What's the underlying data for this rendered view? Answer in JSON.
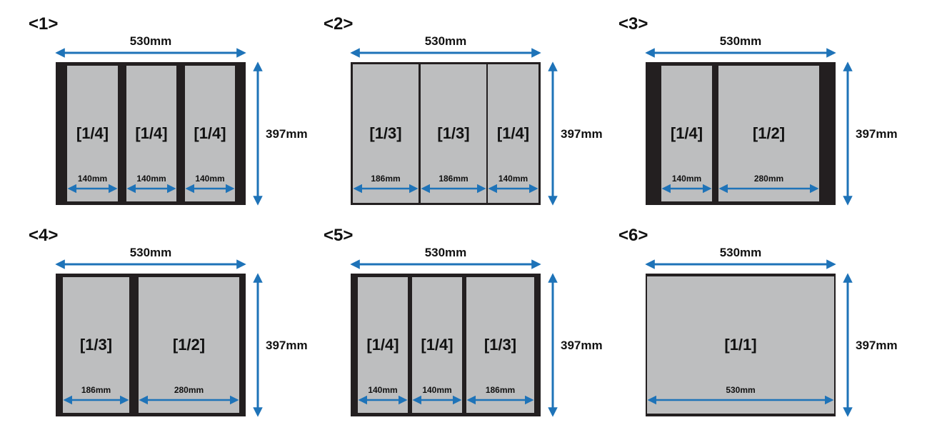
{
  "colors": {
    "frame": "#231f20",
    "panel": "#bdbebf",
    "arrow": "#1e73b8",
    "text": "#111111"
  },
  "diagrams": [
    {
      "number": "<1>",
      "width_label": "530mm",
      "height_label": "397mm",
      "panels": [
        {
          "fraction": "[1/4]",
          "width_label": "140mm"
        },
        {
          "fraction": "[1/4]",
          "width_label": "140mm"
        },
        {
          "fraction": "[1/4]",
          "width_label": "140mm"
        }
      ]
    },
    {
      "number": "<2>",
      "width_label": "530mm",
      "height_label": "397mm",
      "panels": [
        {
          "fraction": "[1/3]",
          "width_label": "186mm"
        },
        {
          "fraction": "[1/3]",
          "width_label": "186mm"
        },
        {
          "fraction": "[1/4]",
          "width_label": "140mm"
        }
      ]
    },
    {
      "number": "<3>",
      "width_label": "530mm",
      "height_label": "397mm",
      "panels": [
        {
          "fraction": "[1/4]",
          "width_label": "140mm"
        },
        {
          "fraction": "[1/2]",
          "width_label": "280mm"
        }
      ]
    },
    {
      "number": "<4>",
      "width_label": "530mm",
      "height_label": "397mm",
      "panels": [
        {
          "fraction": "[1/3]",
          "width_label": "186mm"
        },
        {
          "fraction": "[1/2]",
          "width_label": "280mm"
        }
      ]
    },
    {
      "number": "<5>",
      "width_label": "530mm",
      "height_label": "397mm",
      "panels": [
        {
          "fraction": "[1/4]",
          "width_label": "140mm"
        },
        {
          "fraction": "[1/4]",
          "width_label": "140mm"
        },
        {
          "fraction": "[1/3]",
          "width_label": "186mm"
        }
      ]
    },
    {
      "number": "<6>",
      "width_label": "530mm",
      "height_label": "397mm",
      "panels": [
        {
          "fraction": "[1/1]",
          "width_label": "530mm"
        }
      ]
    }
  ]
}
